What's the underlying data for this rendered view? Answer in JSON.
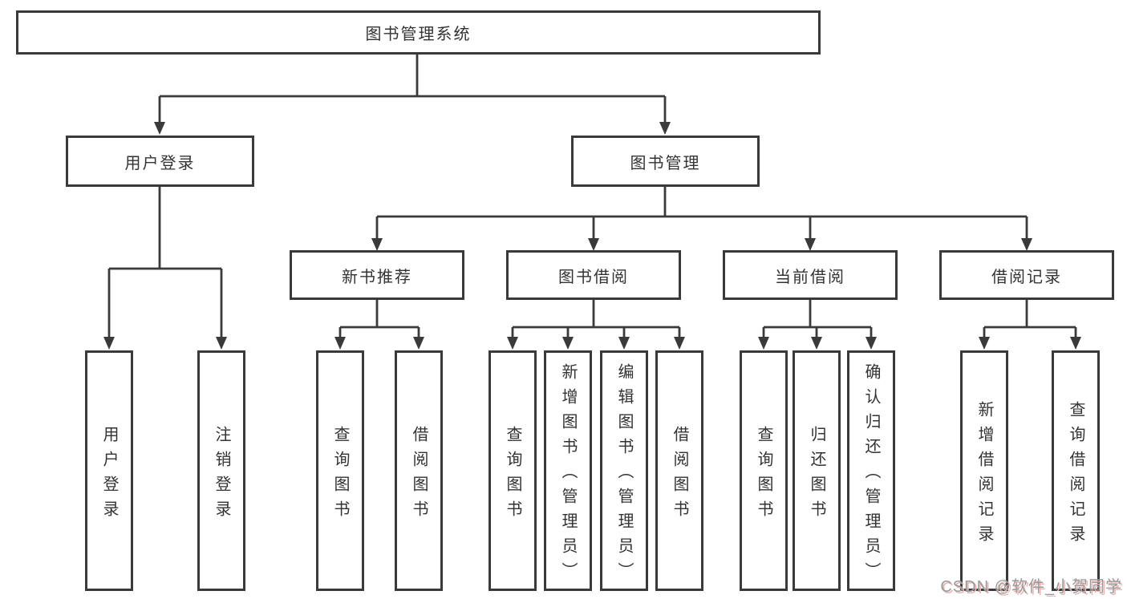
{
  "diagram": {
    "title": "图书管理系统",
    "branches": [
      {
        "label": "用户登录",
        "children": [
          "用户登录",
          "注销登录"
        ]
      },
      {
        "label": "图书管理",
        "sections": [
          {
            "label": "新书推荐",
            "children": [
              "查询图书",
              "借阅图书"
            ]
          },
          {
            "label": "图书借阅",
            "children": [
              "查询图书",
              "新增图书（管理员）",
              "编辑图书（管理员）",
              "借阅图书"
            ]
          },
          {
            "label": "当前借阅",
            "children": [
              "查询图书",
              "归还图书",
              "确认归还（管理员）"
            ]
          },
          {
            "label": "借阅记录",
            "children": [
              "新增借阅记录",
              "查询借阅记录"
            ]
          }
        ]
      }
    ]
  },
  "watermark": {
    "text": "CSDN @软件_小贺同学"
  },
  "colors": {
    "line": "#3a3a3a",
    "text": "#333333",
    "background": "#ffffff",
    "watermark": "#9a9a9a",
    "watermark_shadow": "#eab6b6"
  }
}
